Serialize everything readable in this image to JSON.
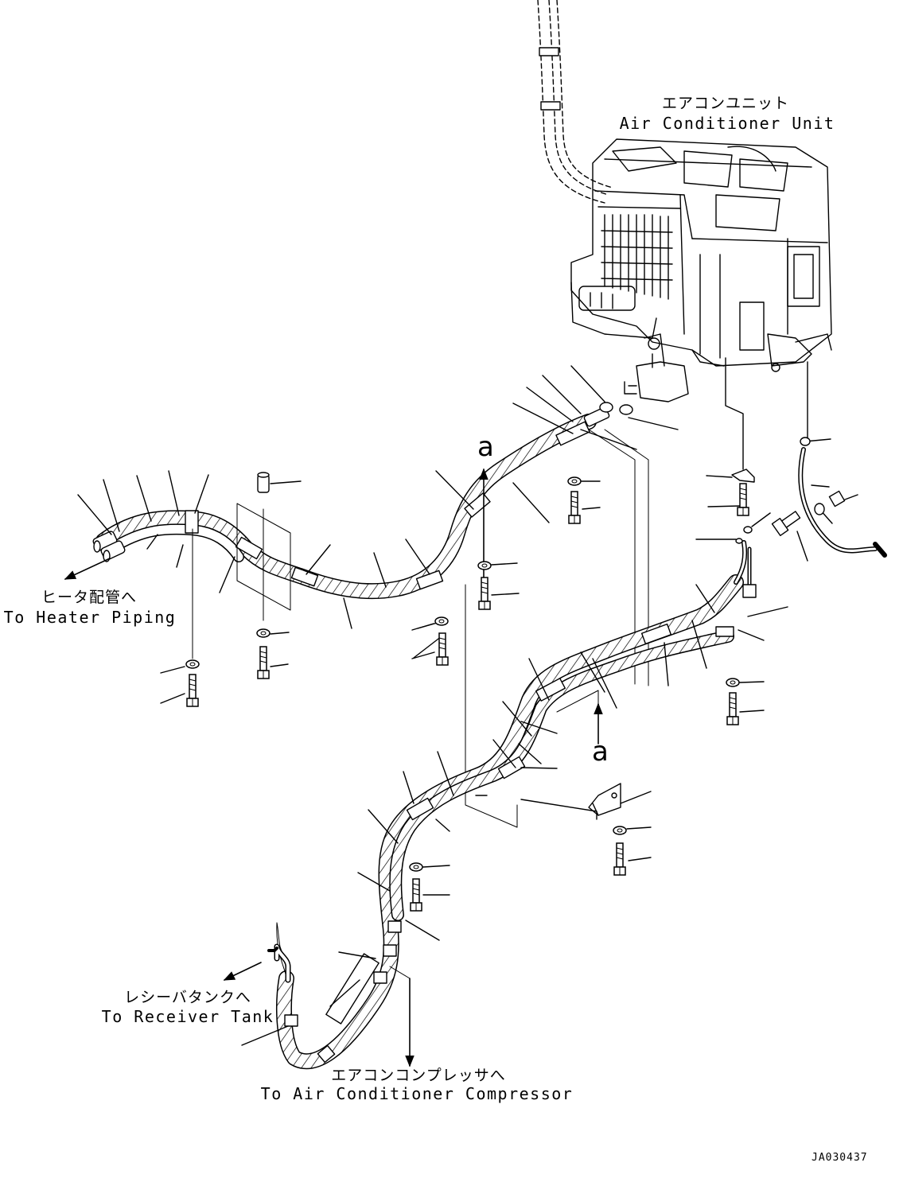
{
  "labels": {
    "air_conditioner_unit": {
      "jp": "エアコンユニット",
      "en": "Air Conditioner Unit"
    },
    "heater_piping": {
      "jp": "ヒータ配管へ",
      "en": "To Heater Piping"
    },
    "receiver_tank": {
      "jp": "レシーバタンクへ",
      "en": "To Receiver Tank"
    },
    "compressor": {
      "jp": "エアコンコンプレッサへ",
      "en": "To Air Conditioner Compressor"
    }
  },
  "view_markers": {
    "upper": "a",
    "lower": "a"
  },
  "drawing_number": "JA030437",
  "colors": {
    "line": "#000000",
    "background": "#ffffff"
  }
}
